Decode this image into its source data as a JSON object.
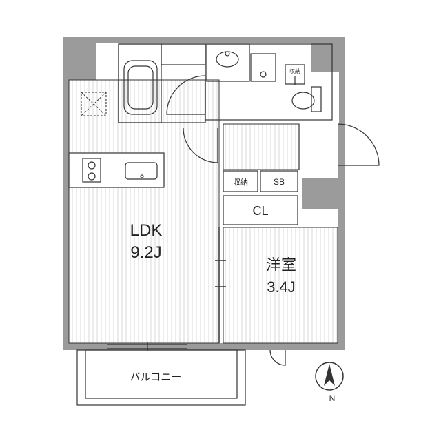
{
  "rooms": {
    "ldk": {
      "name": "LDK",
      "size": "9.2J"
    },
    "western": {
      "name": "洋室",
      "size": "3.4J"
    },
    "closet": {
      "name": "CL"
    },
    "storage": {
      "name": "収納"
    },
    "shoe_box": {
      "name": "SB"
    },
    "wash_storage": {
      "name": "収納"
    },
    "balcony": {
      "name": "バルコニー"
    }
  },
  "compass": {
    "label": "N"
  },
  "colors": {
    "wall": "#9b9b9b",
    "floor_line": "#dcdcdc",
    "line": "#333333"
  }
}
